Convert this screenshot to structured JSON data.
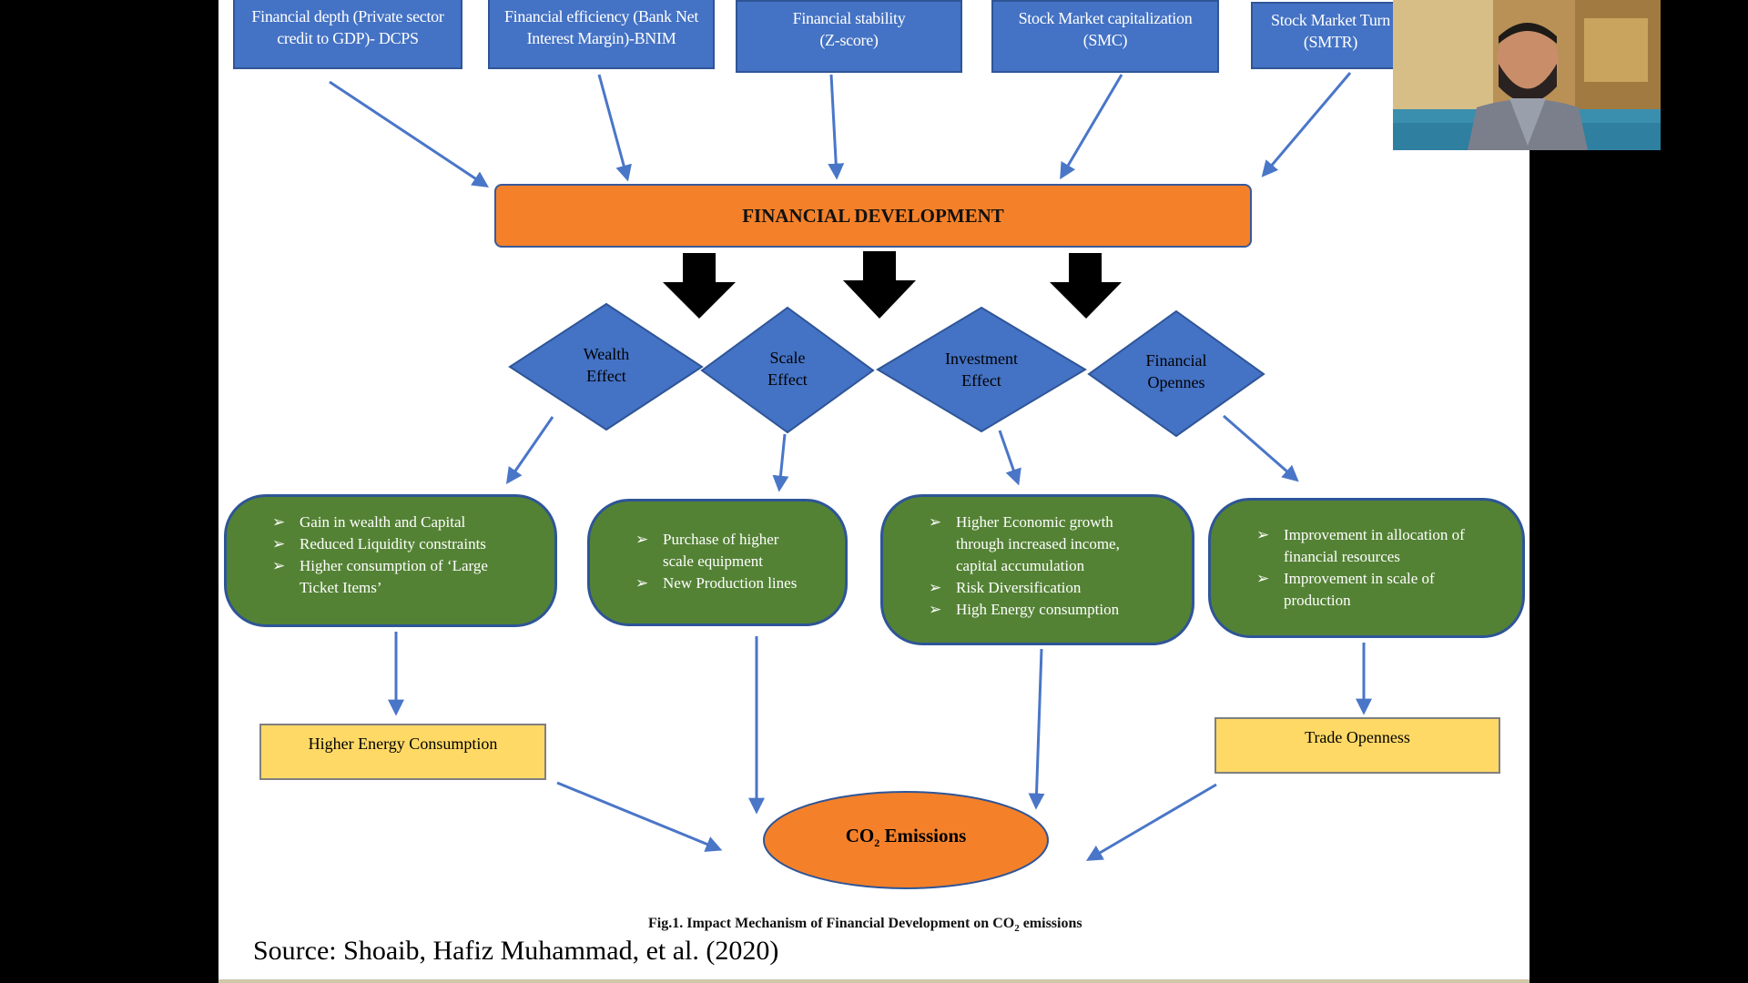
{
  "metrics": [
    {
      "line1": "Financial depth (Private sector",
      "line2": "credit to GDP)- DCPS"
    },
    {
      "line1": "Financial efficiency (Bank Net",
      "line2": "Interest Margin)-BNIM"
    },
    {
      "line1": "Financial stability",
      "line2": "(Z-score)"
    },
    {
      "line1": "Stock Market capitalization",
      "line2": "(SMC)"
    },
    {
      "line1": "Stock Market Turn",
      "line2": "(SMTR)"
    }
  ],
  "financial_development": "FINANCIAL DEVELOPMENT",
  "effects": [
    {
      "line1": "Wealth",
      "line2": "Effect"
    },
    {
      "line1": "Scale",
      "line2": "Effect"
    },
    {
      "line1": "Investment",
      "line2": "Effect"
    },
    {
      "line1": "Financial",
      "line2": "Opennes"
    }
  ],
  "outcomes": [
    {
      "items": [
        [
          "Gain in wealth and Capital"
        ],
        [
          "Reduced Liquidity constraints"
        ],
        [
          "Higher consumption of ‘Large",
          "Ticket Items’"
        ]
      ]
    },
    {
      "items": [
        [
          "Purchase of higher",
          "scale equipment"
        ],
        [
          "New Production lines"
        ]
      ]
    },
    {
      "items": [
        [
          "Higher Economic growth",
          "through increased income,",
          "capital accumulation"
        ],
        [
          "Risk Diversification"
        ],
        [
          "High Energy consumption"
        ]
      ]
    },
    {
      "items": [
        [
          "Improvement in allocation of",
          "financial resources"
        ],
        [
          "Improvement in scale of",
          "production"
        ]
      ]
    }
  ],
  "bullet_glyph": "➢",
  "higher_energy": "Higher Energy Consumption",
  "trade_openness": "Trade Openness",
  "co2": {
    "prefix": "CO",
    "subscript": "2",
    "suffix": " Emissions"
  },
  "caption": {
    "prefix": "Fig.1. Impact Mechanism of Financial Development on CO",
    "subscript": "2",
    "suffix": " emissions"
  },
  "source": "Source: Shoaib, Hafiz Muhammad, et al. (2020)",
  "colors": {
    "blue": "#4472c4",
    "orange": "#f4812a",
    "green": "#548235",
    "yellow": "#ffd966",
    "arrow": "#4a76c8"
  }
}
